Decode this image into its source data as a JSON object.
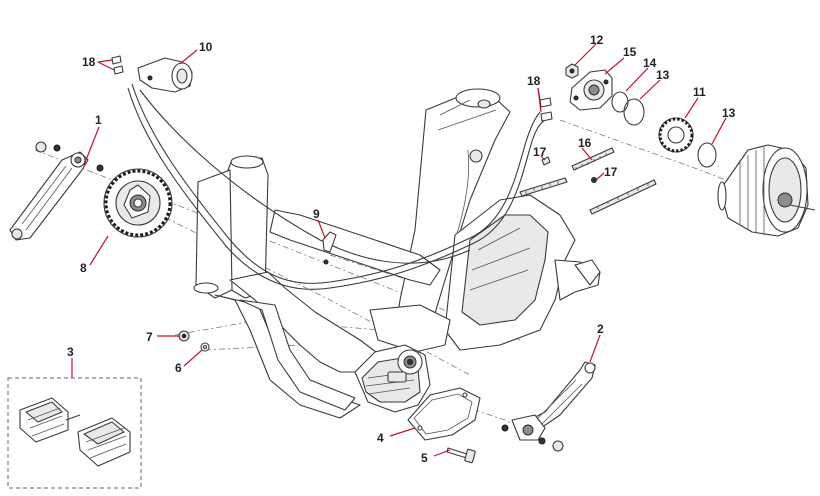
{
  "callouts": {
    "c1": "1",
    "c2": "2",
    "c3": "3",
    "c4": "4",
    "c5": "5",
    "c6": "6",
    "c7": "7",
    "c8": "8",
    "c9": "9",
    "c10": "10",
    "c11": "11",
    "c12": "12",
    "c13a": "13",
    "c13b": "13",
    "c14": "14",
    "c15": "15",
    "c16": "16",
    "c17a": "17",
    "c17b": "17",
    "c18a": "18",
    "c18b": "18"
  },
  "colors": {
    "leader": "#c0152a",
    "outline": "#3a3a3a"
  }
}
